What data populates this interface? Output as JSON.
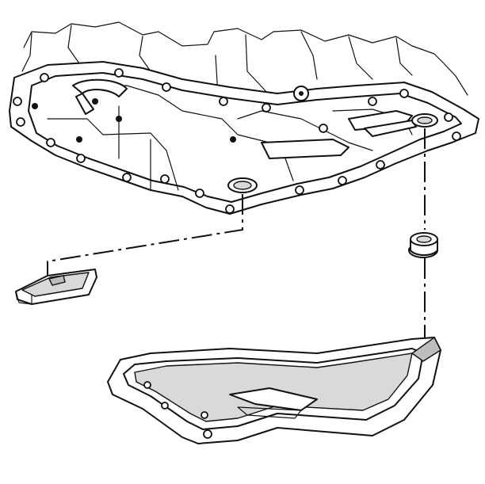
{
  "diagram": {
    "parts": [
      {
        "id": "transmission-case",
        "icon": "transmission-case-icon"
      },
      {
        "id": "filter-seal",
        "icon": "seal-ring-icon"
      },
      {
        "id": "transmission-filter",
        "icon": "filter-icon"
      },
      {
        "id": "oil-pan",
        "icon": "oil-pan-icon"
      }
    ],
    "colors": {
      "line": "#111111",
      "shade": "#d9d9d9",
      "background": "#ffffff"
    }
  }
}
